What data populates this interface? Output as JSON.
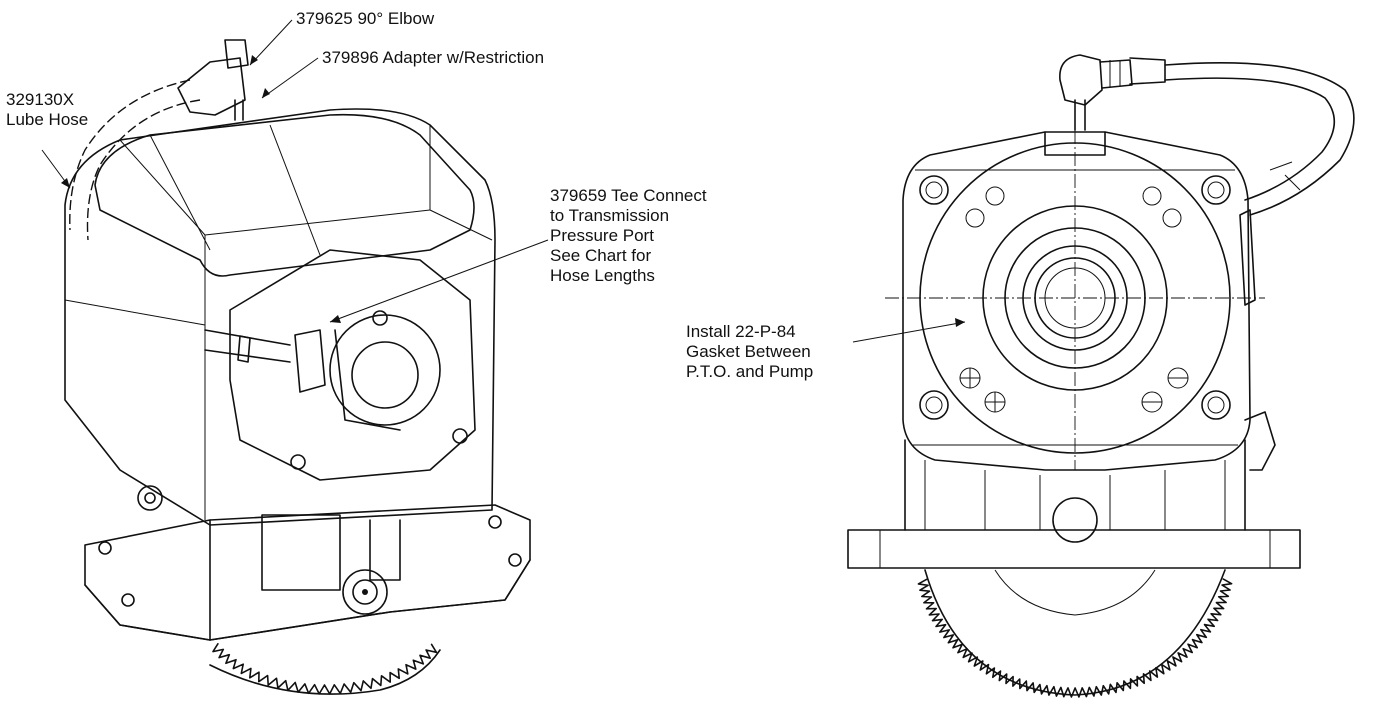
{
  "callouts": {
    "elbow": {
      "lines": [
        "379625 90° Elbow"
      ]
    },
    "adapter": {
      "lines": [
        "379896 Adapter w/Restriction"
      ]
    },
    "lube_hose": {
      "lines": [
        "329130X",
        "Lube Hose"
      ]
    },
    "tee": {
      "lines": [
        "379659 Tee Connect",
        "to Transmission",
        "Pressure Port",
        "See Chart for",
        "Hose Lengths"
      ]
    },
    "gasket": {
      "lines": [
        "Install 22-P-84",
        "Gasket Between",
        "P.T.O. and Pump"
      ]
    }
  }
}
